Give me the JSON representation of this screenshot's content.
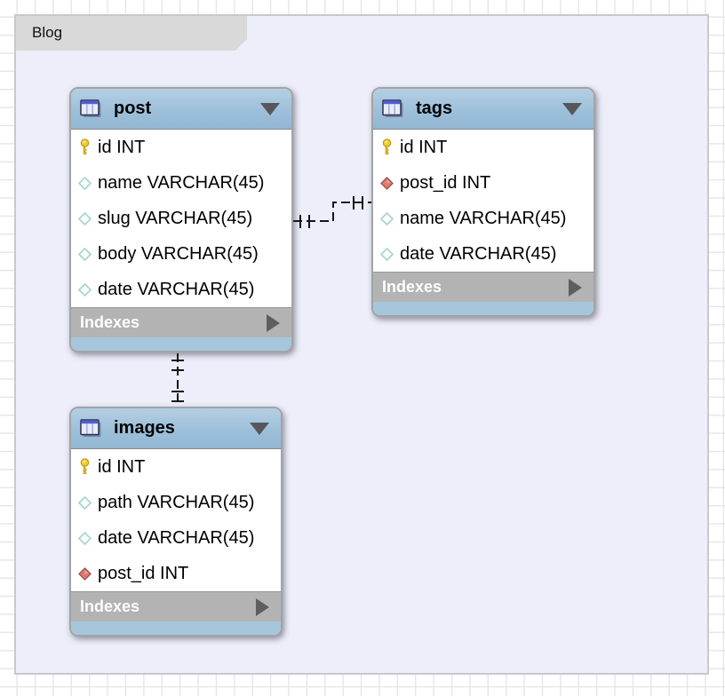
{
  "diagram": {
    "tab_label": "Blog"
  },
  "colors": {
    "canvas_bg": "#edeefa",
    "tab_gray": "#d9d9d9",
    "header_blue": "#9dc0da",
    "footer_blue": "#a6c6dc",
    "indexes_gray": "#b3b3b3",
    "pk_yellow": "#f2cd30",
    "pk_yellow_border": "#bf9b1d",
    "fk_red": "#e27a6c",
    "fk_red_border": "#8e554d",
    "column_teal": "#a9d6d2",
    "relationship_line": "#151515"
  },
  "tables": [
    {
      "name": "post",
      "indexes_label": "Indexes",
      "columns": [
        {
          "type": "primary-key",
          "label": "id INT"
        },
        {
          "type": "column",
          "label": "name VARCHAR(45)"
        },
        {
          "type": "column",
          "label": "slug VARCHAR(45)"
        },
        {
          "type": "column",
          "label": "body VARCHAR(45)"
        },
        {
          "type": "column",
          "label": "date VARCHAR(45)"
        }
      ]
    },
    {
      "name": "tags",
      "indexes_label": "Indexes",
      "columns": [
        {
          "type": "primary-key",
          "label": "id INT"
        },
        {
          "type": "foreign-key",
          "label": "post_id INT"
        },
        {
          "type": "column",
          "label": "name VARCHAR(45)"
        },
        {
          "type": "column",
          "label": "date VARCHAR(45)"
        }
      ]
    },
    {
      "name": "images",
      "indexes_label": "Indexes",
      "columns": [
        {
          "type": "primary-key",
          "label": "id INT"
        },
        {
          "type": "column",
          "label": "path VARCHAR(45)"
        },
        {
          "type": "column",
          "label": "date VARCHAR(45)"
        },
        {
          "type": "foreign-key",
          "label": "post_id INT"
        }
      ]
    }
  ],
  "relationships": [
    {
      "from": "post",
      "to": "tags",
      "notation": "one-to-one mandatory"
    },
    {
      "from": "post",
      "to": "images",
      "notation": "one-to-one mandatory"
    }
  ]
}
